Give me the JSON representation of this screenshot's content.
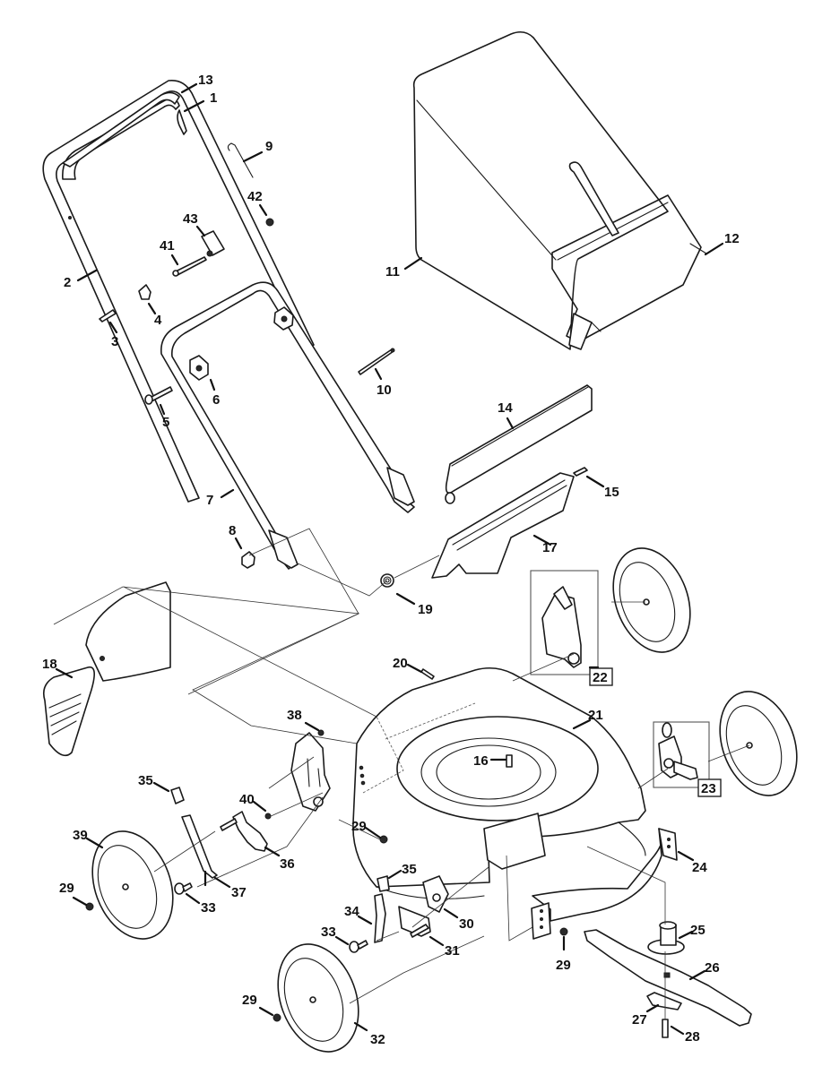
{
  "diagram": {
    "title": "Lawn Mower Exploded Parts Diagram",
    "colors": {
      "line": "#1a1a1a",
      "background": "#ffffff",
      "callout_text": "#111111"
    },
    "callouts": [
      {
        "id": "c13",
        "label": "13"
      },
      {
        "id": "c1",
        "label": "1"
      },
      {
        "id": "c9",
        "label": "9"
      },
      {
        "id": "c42",
        "label": "42"
      },
      {
        "id": "c43",
        "label": "43"
      },
      {
        "id": "c41",
        "label": "41"
      },
      {
        "id": "c2",
        "label": "2"
      },
      {
        "id": "c4",
        "label": "4"
      },
      {
        "id": "c3",
        "label": "3"
      },
      {
        "id": "c6",
        "label": "6"
      },
      {
        "id": "c5",
        "label": "5"
      },
      {
        "id": "c10",
        "label": "10"
      },
      {
        "id": "c11",
        "label": "11"
      },
      {
        "id": "c12",
        "label": "12"
      },
      {
        "id": "c14",
        "label": "14"
      },
      {
        "id": "c15",
        "label": "15"
      },
      {
        "id": "c7",
        "label": "7"
      },
      {
        "id": "c8",
        "label": "8"
      },
      {
        "id": "c17",
        "label": "17"
      },
      {
        "id": "c19",
        "label": "19"
      },
      {
        "id": "c22",
        "label": "22",
        "boxed": true
      },
      {
        "id": "c18",
        "label": "18"
      },
      {
        "id": "c20",
        "label": "20"
      },
      {
        "id": "c21",
        "label": "21"
      },
      {
        "id": "c38",
        "label": "38"
      },
      {
        "id": "c16",
        "label": "16"
      },
      {
        "id": "c23",
        "label": "23",
        "boxed": true
      },
      {
        "id": "c35a",
        "label": "35"
      },
      {
        "id": "c40",
        "label": "40"
      },
      {
        "id": "c29a",
        "label": "29"
      },
      {
        "id": "c39",
        "label": "39"
      },
      {
        "id": "c36",
        "label": "36"
      },
      {
        "id": "c24",
        "label": "24"
      },
      {
        "id": "c29b",
        "label": "29"
      },
      {
        "id": "c37",
        "label": "37"
      },
      {
        "id": "c33a",
        "label": "33"
      },
      {
        "id": "c35b",
        "label": "35"
      },
      {
        "id": "c34",
        "label": "34"
      },
      {
        "id": "c30",
        "label": "30"
      },
      {
        "id": "c33b",
        "label": "33"
      },
      {
        "id": "c31",
        "label": "31"
      },
      {
        "id": "c29c",
        "label": "29"
      },
      {
        "id": "c25",
        "label": "25"
      },
      {
        "id": "c26",
        "label": "26"
      },
      {
        "id": "c27",
        "label": "27"
      },
      {
        "id": "c28",
        "label": "28"
      },
      {
        "id": "c29d",
        "label": "29"
      },
      {
        "id": "c32",
        "label": "32"
      }
    ]
  }
}
